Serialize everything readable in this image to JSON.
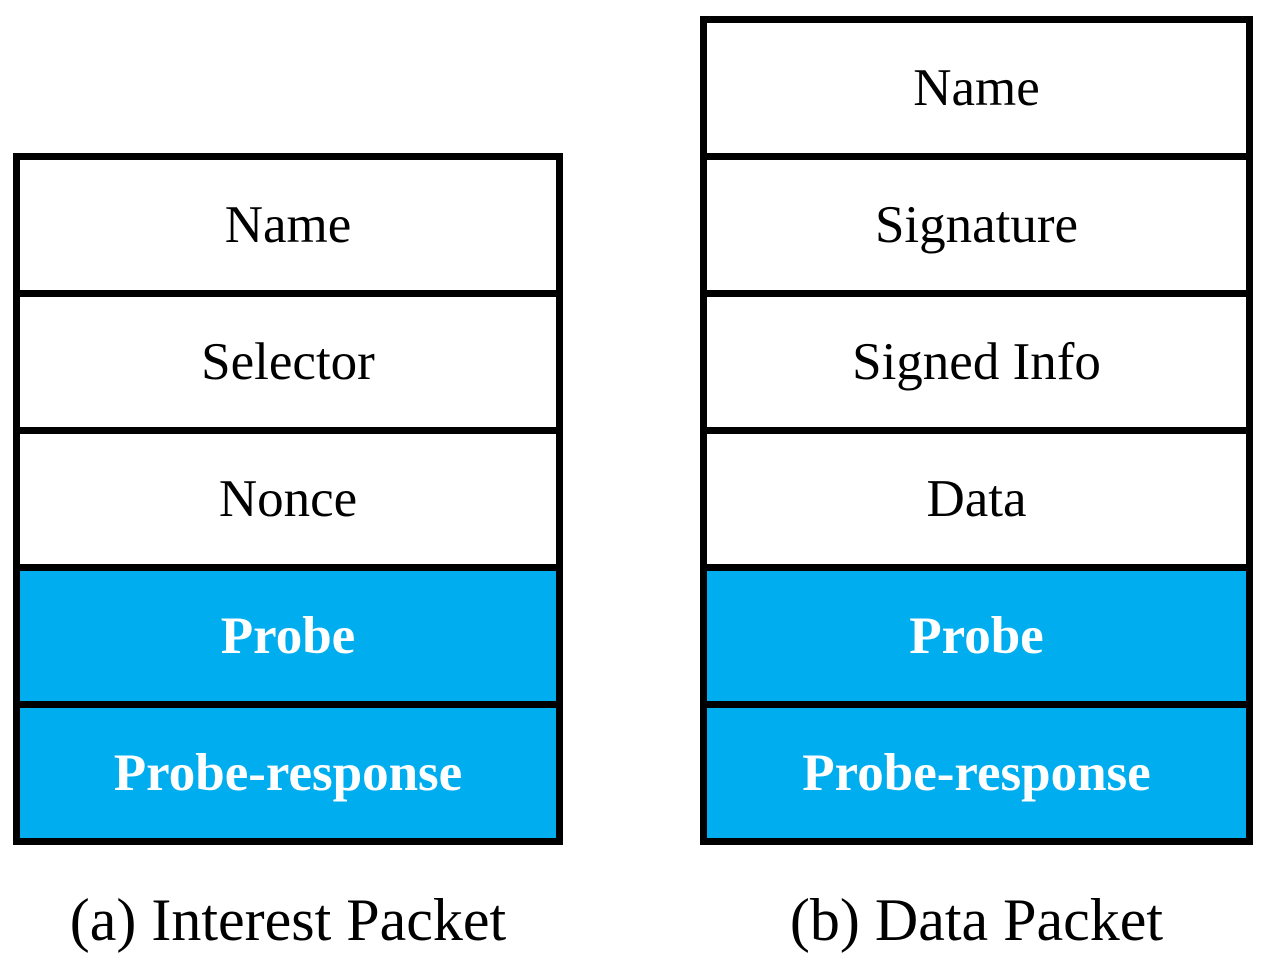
{
  "colors": {
    "highlight_bg": "#00AEEF",
    "highlight_text": "#FFFFFF",
    "row_bg": "#FFFFFF",
    "row_text": "#000000",
    "border": "#000000"
  },
  "diagrams": [
    {
      "id": "interest-packet",
      "caption": "(a) Interest Packet",
      "rows": [
        {
          "label": "Name",
          "highlighted": false
        },
        {
          "label": "Selector",
          "highlighted": false
        },
        {
          "label": "Nonce",
          "highlighted": false
        },
        {
          "label": "Probe",
          "highlighted": true
        },
        {
          "label": "Probe-response",
          "highlighted": true
        }
      ]
    },
    {
      "id": "data-packet",
      "caption": "(b) Data Packet",
      "rows": [
        {
          "label": "Name",
          "highlighted": false
        },
        {
          "label": "Signature",
          "highlighted": false
        },
        {
          "label": "Signed Info",
          "highlighted": false
        },
        {
          "label": "Data",
          "highlighted": false
        },
        {
          "label": "Probe",
          "highlighted": true
        },
        {
          "label": "Probe-response",
          "highlighted": true
        }
      ]
    }
  ]
}
